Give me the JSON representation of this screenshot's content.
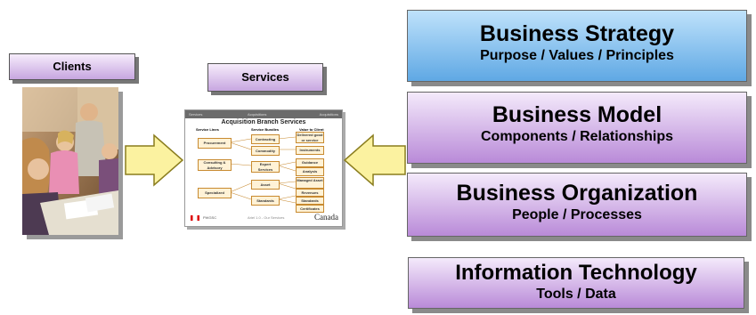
{
  "left": {
    "clients_label": "Clients",
    "services_label": "Services"
  },
  "document": {
    "header_left": "Services",
    "header_mid": "Acquisitions",
    "header_right": "Acquisitions",
    "title": "Acquisition Branch Services",
    "col1": "Service Lines",
    "col2": "Service Bundles",
    "col3": "Value to Client",
    "boxes_col1": [
      "Procurement",
      "Consulting & Advisory",
      "Specialized"
    ],
    "boxes_col2": [
      "Contracting",
      "Commodity",
      "Expert Services",
      "Asset",
      "Standards"
    ],
    "boxes_col3": [
      "Delivered good or service",
      "Instruments",
      "Guidance",
      "Analysis",
      "Managed Asset",
      "Revenues",
      "Standards",
      "Certificates"
    ],
    "footer_left": "PWGSC",
    "footer_mid": "Ariel 1.0 - Our Services",
    "footer_right": "Canada"
  },
  "layers": [
    {
      "title": "Business Strategy",
      "subtitle": "Purpose / Values / Principles",
      "color": "#5fa8e4"
    },
    {
      "title": "Business Model",
      "subtitle": "Components / Relationships",
      "color": "#b98ad8"
    },
    {
      "title": "Business Organization",
      "subtitle": "People / Processes",
      "color": "#b98ad8"
    },
    {
      "title": "Information Technology",
      "subtitle": "Tools / Data",
      "color": "#b98ad8"
    }
  ],
  "colors": {
    "arrow_fill": "#fbf2a0",
    "arrow_stroke": "#8a7d1e"
  }
}
